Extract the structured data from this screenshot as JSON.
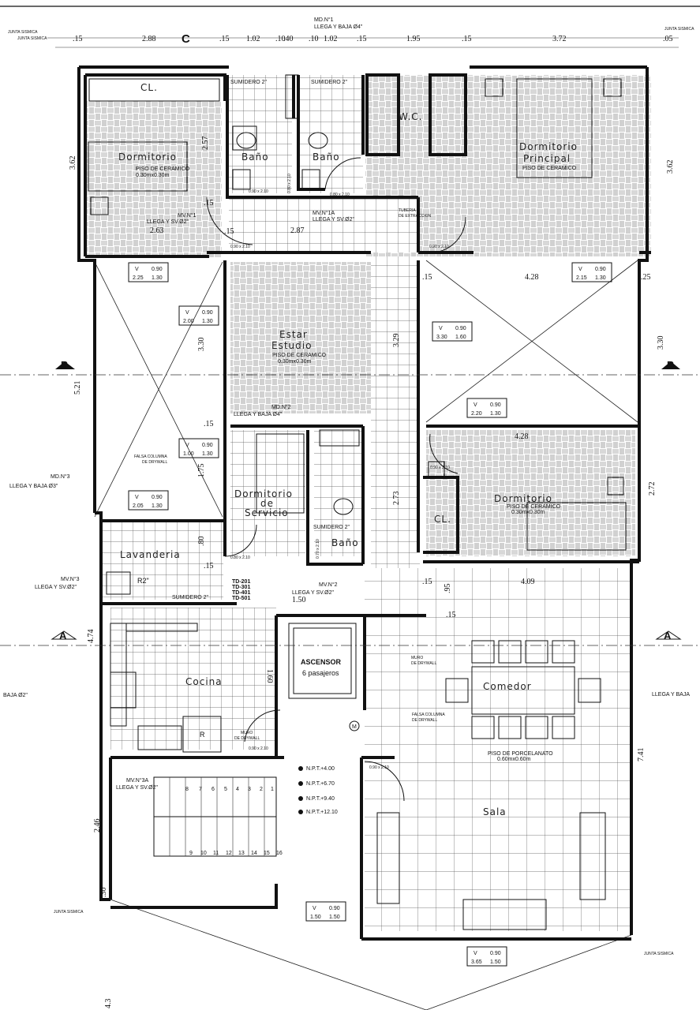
{
  "rooms": {
    "cl_top": "CL.",
    "dormitorio": "Dormitorio",
    "dormitorio_floor": "PISO DE CERAMICO",
    "dormitorio_size": "0.30mx0.30m",
    "bano1": "Baño",
    "bano2": "Baño",
    "wc": "W.C.",
    "dorm_principal_1": "Dormitorio",
    "dorm_principal_2": "Principal",
    "dorm_principal_floor": "PISO DE CERAMICO",
    "estar_1": "Estar",
    "estar_2": "Estudio",
    "estar_floor": "PISO DE CERAMICO",
    "estar_size": "0.30mx0.30m",
    "dorm_servicio_1": "Dormitorio",
    "dorm_servicio_2": "de",
    "dorm_servicio_3": "Servicio",
    "bano3": "Baño",
    "dorm_right": "Dormitorio",
    "dorm_right_floor": "PISO DE CERAMICO",
    "dorm_right_size": "0.30mx0.30m",
    "cl_right": "CL.",
    "lavanderia": "Lavanderia",
    "cocina": "Cocina",
    "ascensor_1": "ASCENSOR",
    "ascensor_2": "6 pasajeros",
    "comedor": "Comedor",
    "sala": "Sala",
    "sala_floor": "PISO DE PORCELANATO",
    "sala_size": "0.60mx0.60m",
    "fridge": "R",
    "elevator_m": "M"
  },
  "labels": {
    "md1_a": "MD.N°1",
    "md1_b": "LLEGA Y BAJA Ø4\"",
    "sumidero1": "SUMIDERO 2\"",
    "sumidero2": "SUMIDERO 2\"",
    "sumidero3": "SUMIDERO 2\"",
    "sumidero4": "SUMIDERO 2\"",
    "mv1_a": "MV.N°1",
    "mv1_b": "LLEGA Y SV.Ø2\"",
    "mv1a_a": "MV.N°1A",
    "mv1a_b": "LLEGA Y SV.Ø2\"",
    "tuberia_a": "TUBERIA",
    "tuberia_b": "DE EXTRACCION",
    "md2_a": "MD.N°2",
    "md2_b": "LLEGA Y BAJA Ø4\"",
    "md3_a": "MD.N°3",
    "md3_b": "LLEGA Y BAJA Ø3\"",
    "falsa1_a": "FALSA COLUMNA",
    "falsa1_b": "DE DRYWALL",
    "falsa2_a": "FALSA COLUMNA",
    "falsa2_b": "DE DRYWALL",
    "mv3_a": "MV.N°3",
    "mv3_b": "LLEGA Y SV.Ø2\"",
    "mv2_a": "MV.N°2",
    "mv2_b": "LLEGA Y SV.Ø2\"",
    "r2": "R2\"",
    "td1": "TD-201",
    "td2": "TD-301",
    "td3": "TD-401",
    "td4": "TD-501",
    "muro1_a": "MURO",
    "muro1_b": "DE DRYWALL",
    "muro2_a": "MURO",
    "muro2_b": "DE DRYWALL",
    "mv3a_a": "MV.N°3A",
    "mv3a_b": "LLEGA Y SV.Ø2\"",
    "npt1": "N.P.T.+4.00",
    "npt2": "N.P.T.+6.70",
    "npt3": "N.P.T.+9.40",
    "npt4": "N.P.T.+12.10",
    "junta1": "JUNTA SISMICA",
    "junta2": "JUNTA SISMICA",
    "junta3": "JUNTA SISMICA",
    "junta4": "JUNTA SISMICA",
    "junta5": "JUNTA SISMICA",
    "llega_baja_right": "LLEGA Y BAJA",
    "baja_left": "BAJA Ø2\"",
    "door1": "0.90 x 2.10",
    "door2": "0.80 x 2.10",
    "door3": "0.90 x 2.10",
    "door4": "0.90 x 2.10",
    "door5": "0.80 x 2.10",
    "door6": "0.90 x 2.10",
    "door7": "0.90 x 2.10",
    "door8": "0.90 x 2.10",
    "door_v1": "0.80 x 2.10",
    "door_v2": "0.70 x 2.10",
    "axis_a": "A",
    "axis_b": "B",
    "axis_c": "C"
  },
  "dims_top": [
    "2.88",
    "1.02",
    ".10",
    ".10",
    "1.02",
    "1.95",
    "3.72",
    ".15",
    ".05",
    ".15",
    ".15",
    ".15",
    ".40"
  ],
  "dims_inner": {
    "d263": "2.63",
    "d287": "2.87",
    "d428a": "4.28",
    "d428b": "4.28",
    "d409": "4.09",
    "d150": "1.50",
    "d257": "2.57",
    "d330a": "3.30",
    "d329": "3.29",
    "d175": "1.75",
    "d273": "2.73",
    "d80": ".80",
    "d95": ".95",
    "d15a": ".15",
    "d15b": ".15",
    "d15c": ".15",
    "d15d": ".15",
    "d15e": ".15",
    "d15f": ".15",
    "d15g": ".15",
    "d160": "1.60",
    "d25": ".25"
  },
  "dims_left": [
    "3.62",
    "5.21",
    "4.74",
    "2.46",
    ".30",
    "4.3"
  ],
  "dims_right": [
    "3.62",
    "3.30",
    "2.72",
    "7.41"
  ],
  "windows": [
    {
      "v": "V",
      "a": "0.90",
      "b": "2.25",
      "c": "1.30"
    },
    {
      "v": "V",
      "a": "0.90",
      "b": "2.15",
      "c": "1.30"
    },
    {
      "v": "V",
      "a": "0.90",
      "b": "2.00",
      "c": "1.30"
    },
    {
      "v": "V",
      "a": "0.90",
      "b": "3.30",
      "c": "1.60"
    },
    {
      "v": "V",
      "a": "0.90",
      "b": "2.20",
      "c": "1.30"
    },
    {
      "v": "V",
      "a": "0.90",
      "b": "1.00",
      "c": "1.30"
    },
    {
      "v": "V",
      "a": "0.90",
      "b": "2.05",
      "c": "1.30"
    },
    {
      "v": "V",
      "a": "0.90",
      "b": "1.50",
      "c": "1.50"
    },
    {
      "v": "V",
      "a": "0.90",
      "b": "3.65",
      "c": "1.50"
    }
  ],
  "stairs_top": [
    "8",
    "7",
    "6",
    "5",
    "4",
    "3",
    "2",
    "1"
  ],
  "stairs_bottom": [
    "9",
    "10",
    "11",
    "12",
    "13",
    "14",
    "15",
    "16"
  ],
  "colors": {
    "line": "#111111",
    "tile": "#555555",
    "background": "#ffffff"
  }
}
